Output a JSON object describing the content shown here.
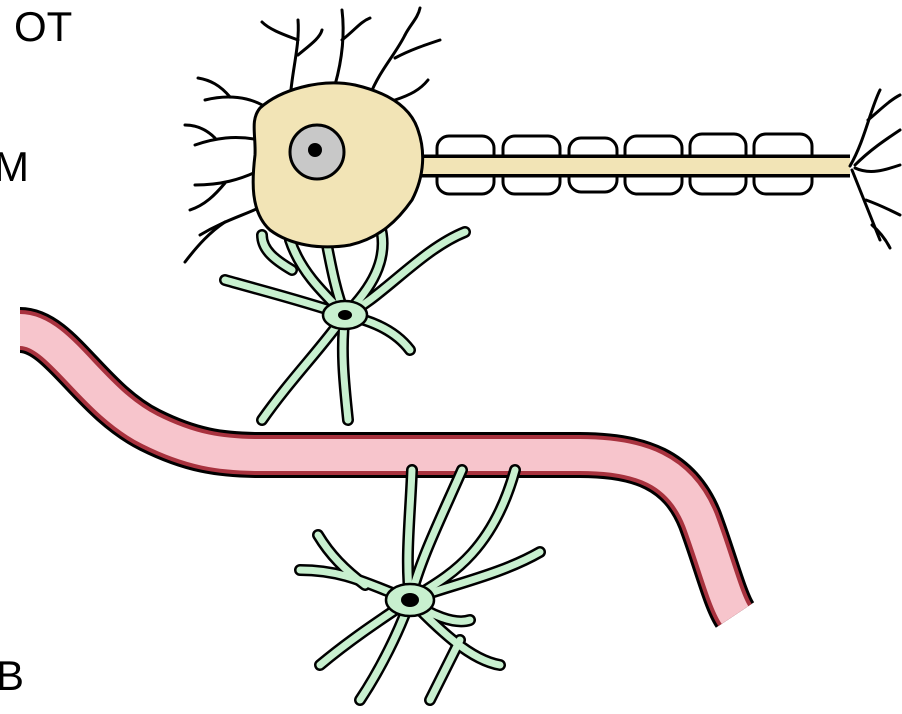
{
  "labels": {
    "top": "ОТ",
    "middle": "М",
    "bottom": "В"
  },
  "colors": {
    "neuron_body": "#f2e4b6",
    "nucleus": "#c8c8c8",
    "axon": "#f2e4b6",
    "glia": "#c8f0cf",
    "capillary": "#f7c5cc",
    "capillary_edge": "#a8323e",
    "outline": "#000000"
  }
}
